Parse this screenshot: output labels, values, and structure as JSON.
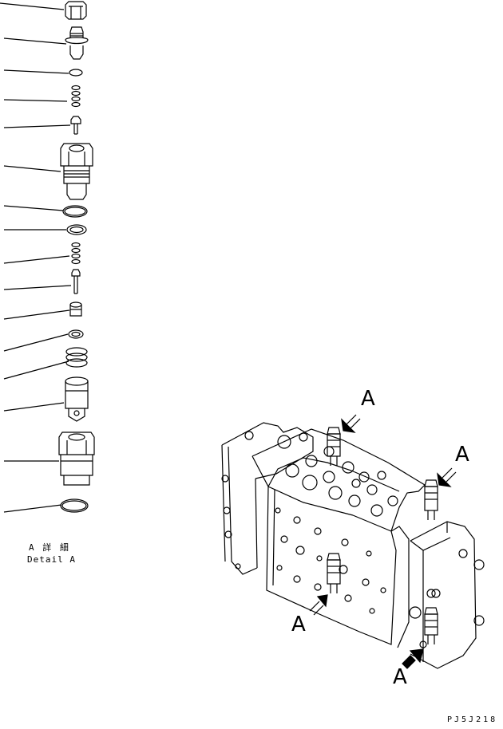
{
  "detail_title_jp": "A 詳 細",
  "detail_title_en": "Detail A",
  "view_letter": "A",
  "drawing_code": "PJ5J218",
  "colors": {
    "ink": "#000000",
    "paper": "#ffffff"
  }
}
